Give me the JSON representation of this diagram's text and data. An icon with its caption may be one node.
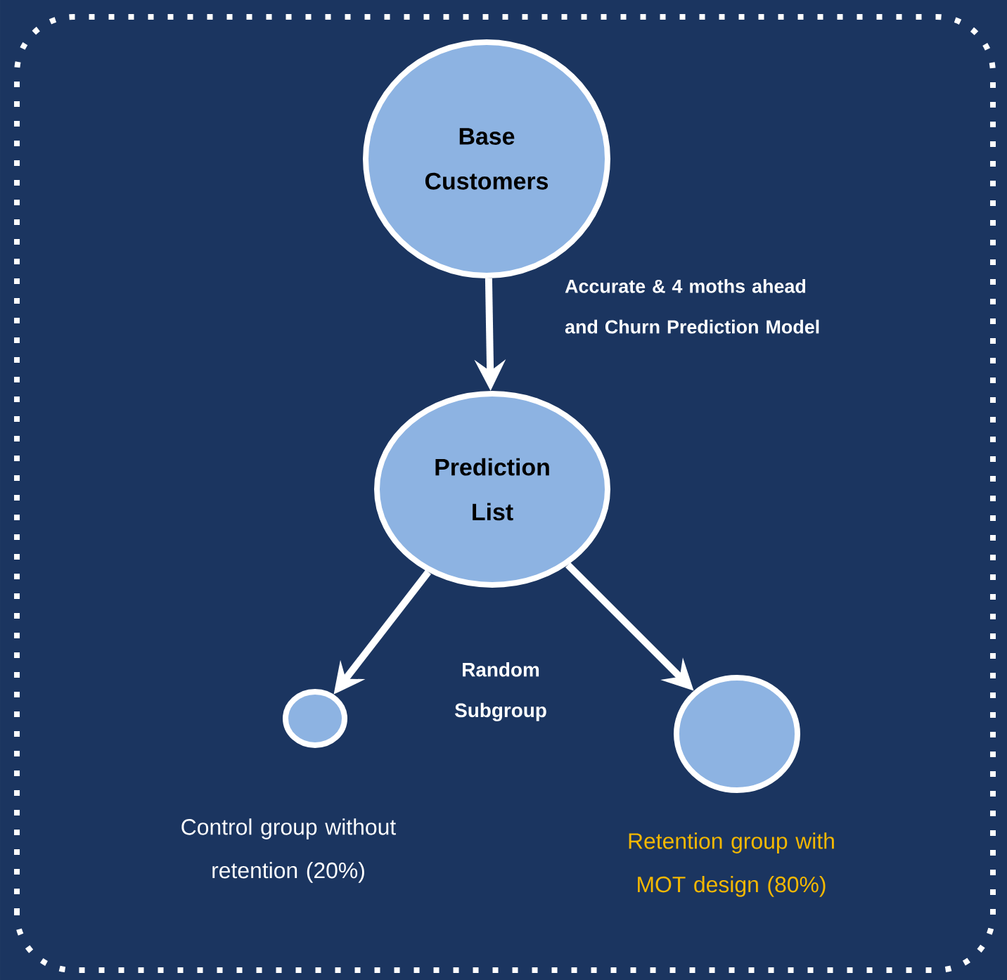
{
  "diagram": {
    "nodes": [
      {
        "text": [
          "Base Customers"
        ]
      },
      {
        "text": [
          "Prediction List"
        ]
      },
      {
        "text": [],
        "shape": "circle",
        "beside": [
          "Control group without retention (20%)"
        ]
      },
      {
        "text": [],
        "shape": "circle",
        "beside": [
          "Retention group with MOT design (80%)"
        ]
      }
    ],
    "edges": [
      {
        "from": 0,
        "to": 1,
        "arrow": "to",
        "label": "Accurate & 4 moths ahead and Churn Prediction Model"
      },
      {
        "from": 1,
        "to": 2,
        "arrow": "to"
      },
      {
        "from": 1,
        "to": 3,
        "arrow": "to"
      }
    ],
    "labels": [
      "Random Subgroup"
    ]
  }
}
